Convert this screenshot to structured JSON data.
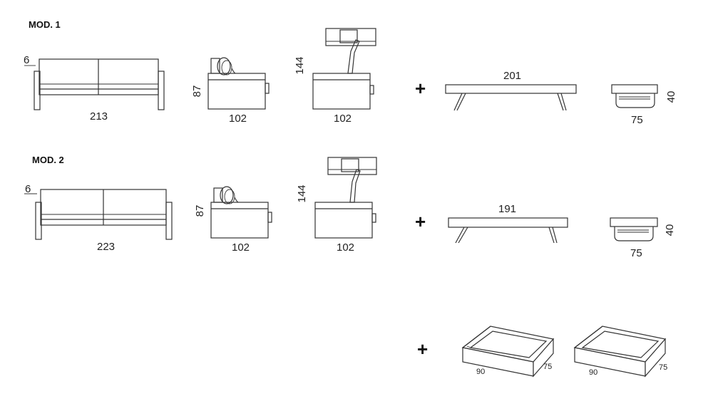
{
  "mod1": {
    "title": "MOD. 1",
    "sofa_front_width": "213",
    "sofa_arm": "6",
    "side_depth": "102",
    "side_height": "87",
    "open_depth": "102",
    "open_height": "144",
    "bed_length": "201",
    "bed_end_width": "75",
    "bed_end_height": "40"
  },
  "mod2": {
    "title": "MOD. 2",
    "sofa_front_width": "223",
    "sofa_arm": "6",
    "side_depth": "102",
    "side_height": "87",
    "open_depth": "102",
    "open_height": "144",
    "bed_length": "191",
    "bed_end_width": "75",
    "bed_end_height": "40"
  },
  "drawers": [
    {
      "width": "90",
      "depth": "75"
    },
    {
      "width": "90",
      "depth": "75"
    }
  ],
  "plus_sign": "+"
}
